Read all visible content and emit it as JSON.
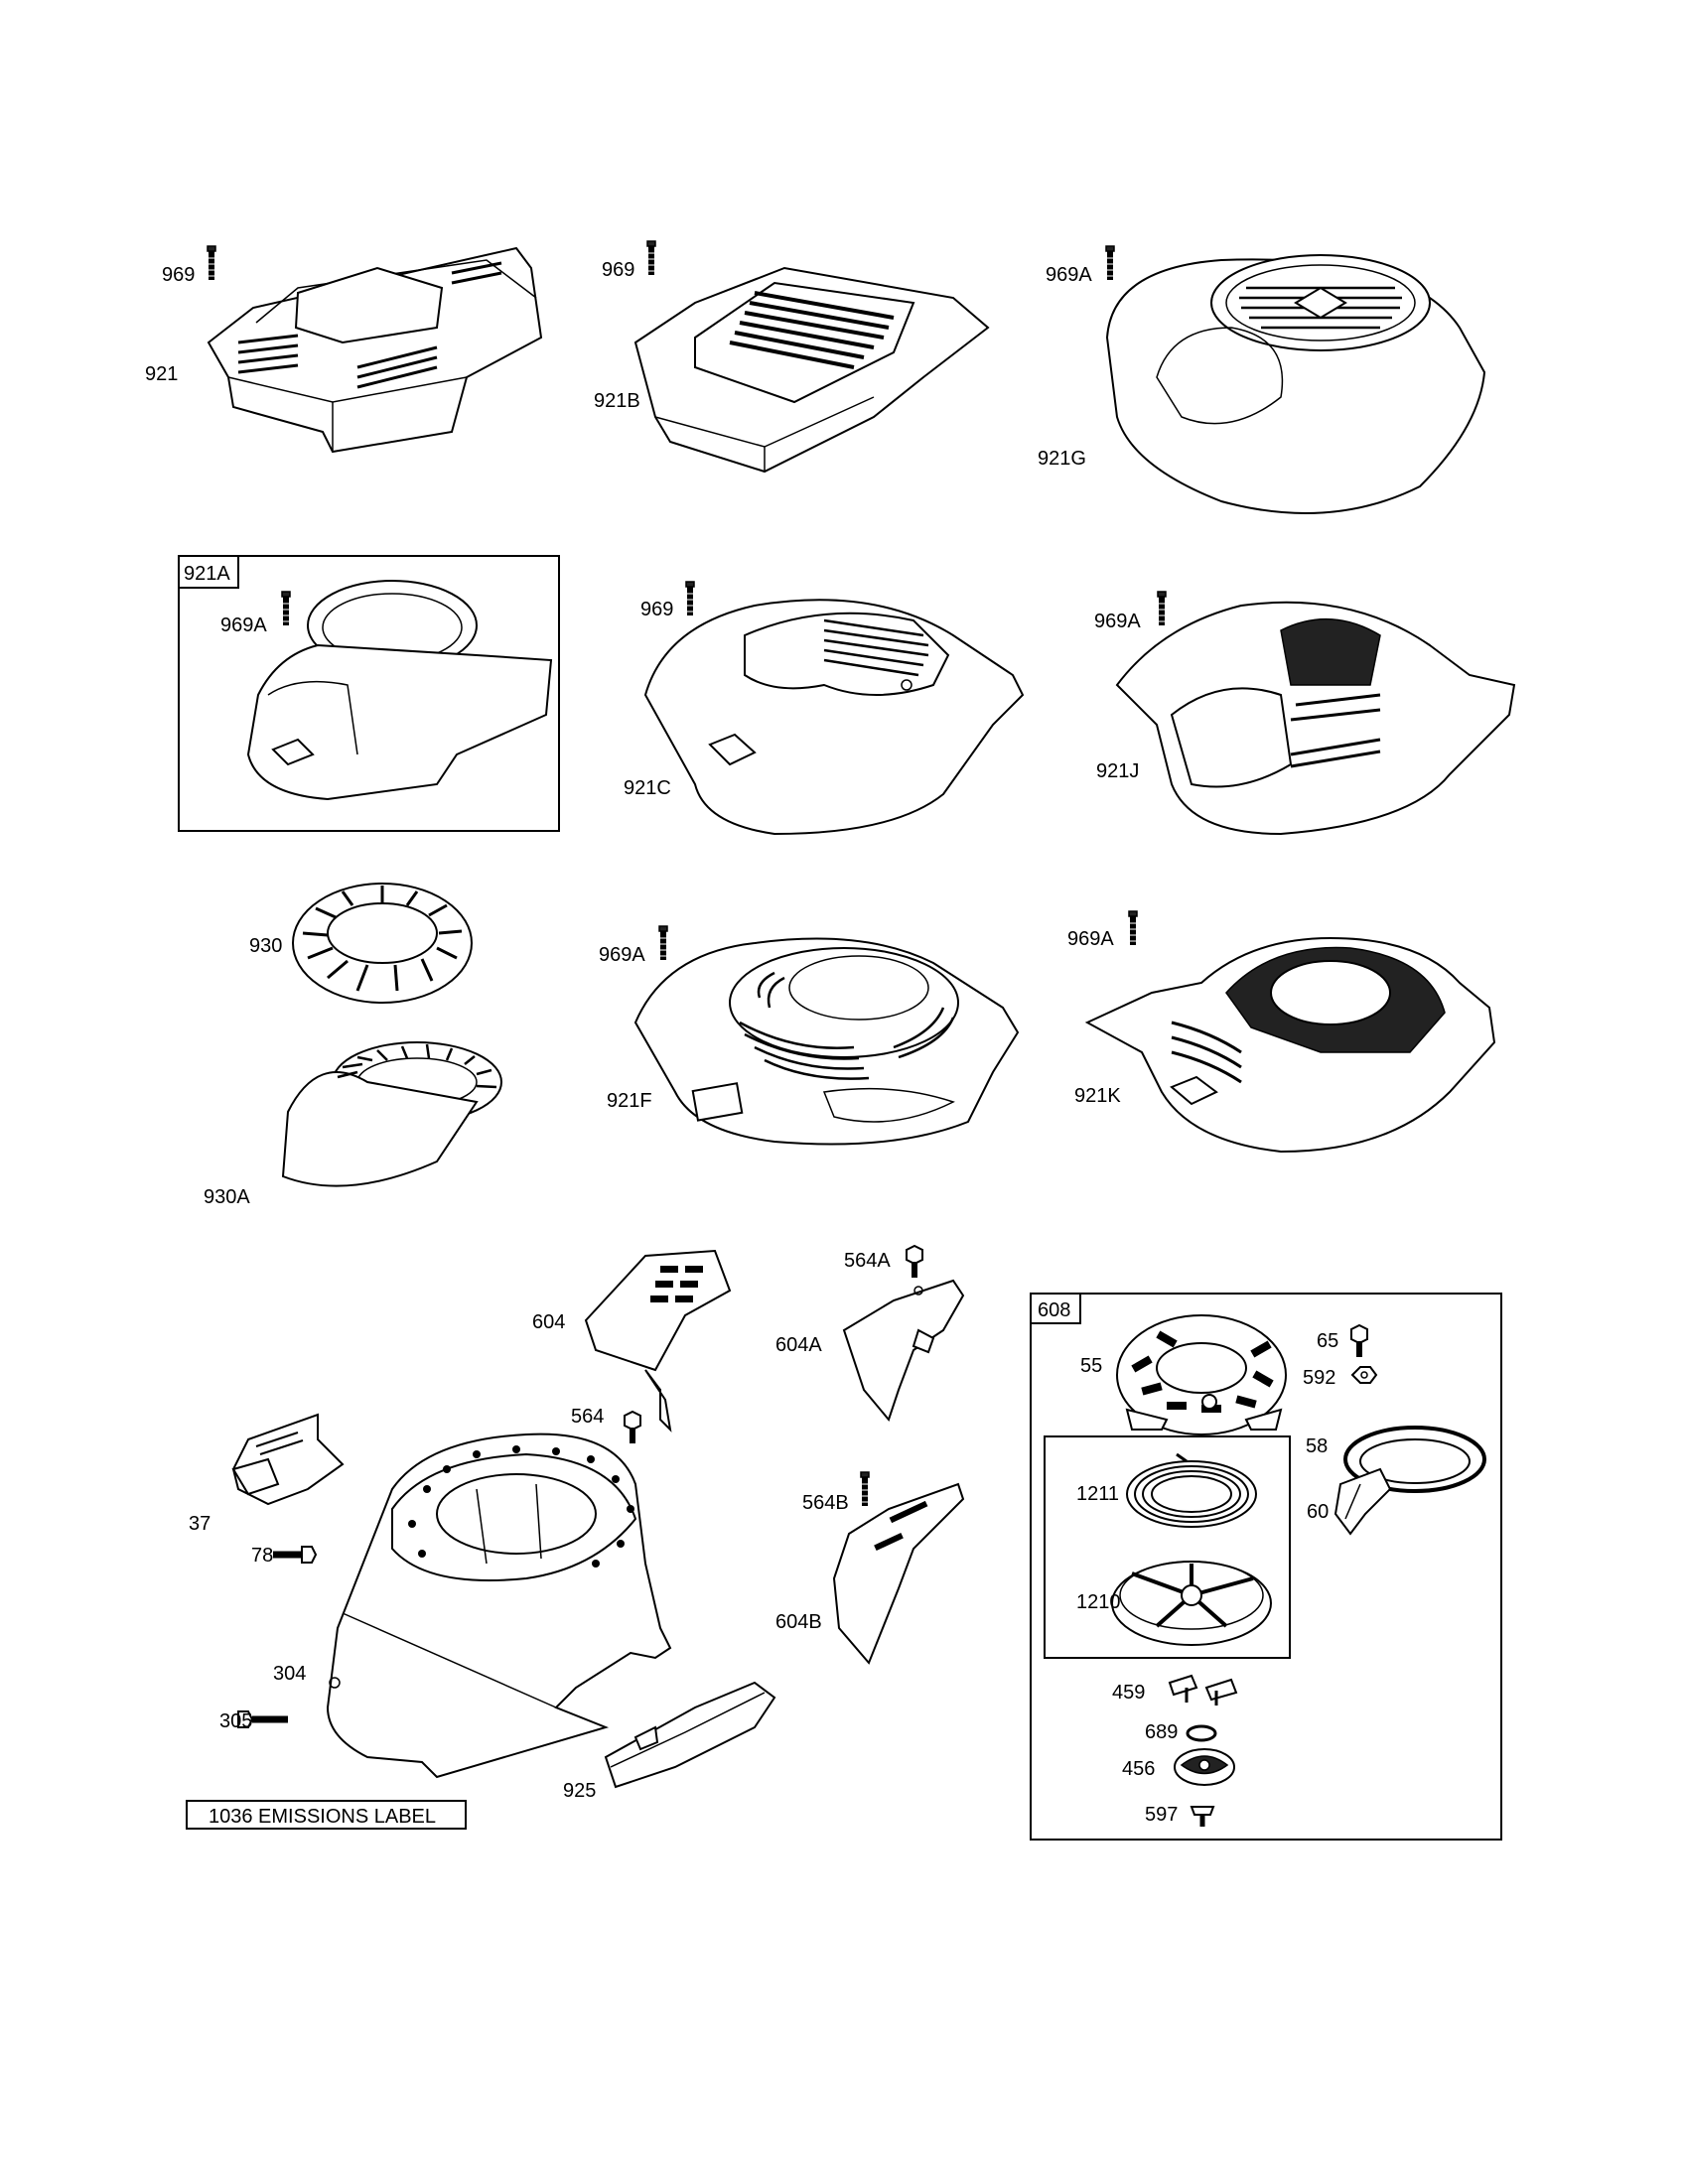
{
  "labels": {
    "l969_1": "969",
    "l921": "921",
    "l969_2": "969",
    "l921B": "921B",
    "l969A_1": "969A",
    "l921G": "921G",
    "l921A_box": "921A",
    "l969A_2": "969A",
    "l969_3": "969",
    "l921C": "921C",
    "l969A_3": "969A",
    "l921J": "921J",
    "l930": "930",
    "l930A": "930A",
    "l969A_4": "969A",
    "l921F": "921F",
    "l969A_5": "969A",
    "l921K": "921K",
    "l604": "604",
    "l564": "564",
    "l564A": "564A",
    "l604A": "604A",
    "l564B": "564B",
    "l604B": "604B",
    "l37": "37",
    "l78": "78",
    "l304": "304",
    "l305": "305",
    "l925": "925",
    "emissions": "1036 EMISSIONS LABEL",
    "l608_box": "608",
    "l65": "65",
    "l55": "55",
    "l592": "592",
    "l58": "58",
    "l60": "60",
    "l1211": "1211",
    "l1210": "1210",
    "l459": "459",
    "l689": "689",
    "l456": "456",
    "l597": "597"
  }
}
